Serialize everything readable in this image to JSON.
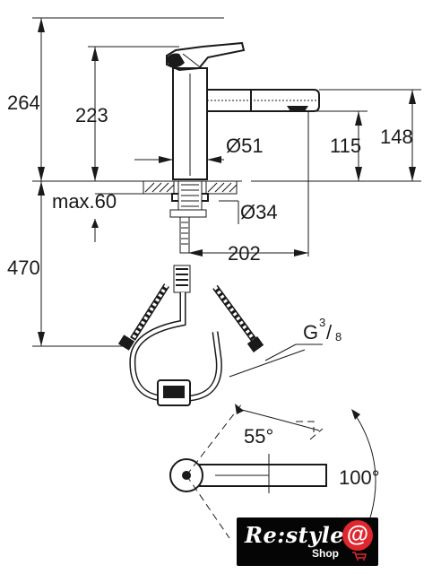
{
  "dimensions": {
    "total_height": "264",
    "spout_height": "223",
    "outlet_height": "115",
    "outlet_top": "148",
    "body_diameter": "Ø51",
    "countertop_max": "max.60",
    "hole_diameter": "Ø34",
    "below_deck": "470",
    "reach": "202",
    "connection_prefix": "G",
    "connection_numerator": "3",
    "connection_denominator": "8",
    "swivel_angle": "55°",
    "rotation_angle": "100°"
  },
  "logo": {
    "brand_main": "Re:style",
    "brand_at": "@",
    "brand_sub": "Shop",
    "accent_color": "#e0262e",
    "background_color": "#050505"
  }
}
